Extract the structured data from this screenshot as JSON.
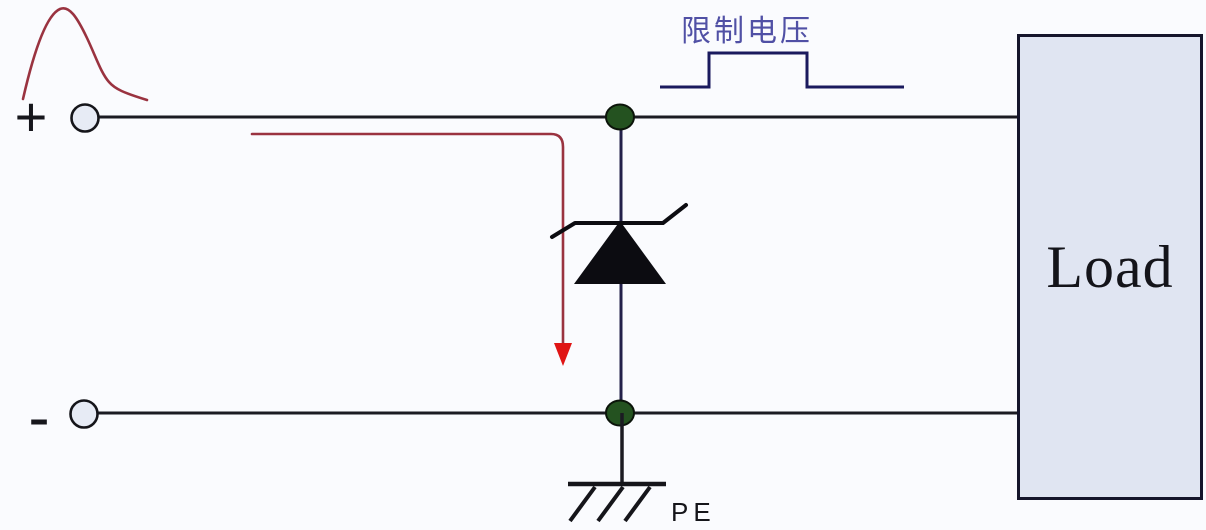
{
  "diagram": {
    "terminals": {
      "positive": "+",
      "negative": "-"
    },
    "waveform_label": "限制电压",
    "load_label": "Load",
    "ground_label": "PE",
    "colors": {
      "wire": "#1b1b22",
      "branch_wire": "#23204a",
      "surge_red": "#9a3340",
      "arrow_red": "#e01515",
      "clamp_blue": "#1a1a5e",
      "label_blue": "#5050a5",
      "junction_green": "#245220",
      "terminal_fill": "#e7ebf5",
      "load_fill": "#e0e5f2",
      "diode_black": "#0c0c11"
    }
  }
}
